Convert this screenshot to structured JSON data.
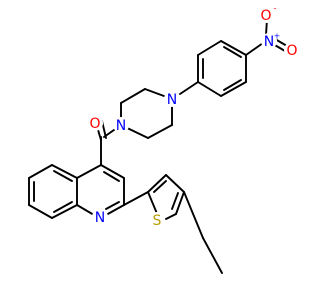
{
  "molecule": {
    "atoms": {
      "carbonyl_oxygen": "O",
      "amide_nitrogen": "N",
      "aryl_nitrogen": "N",
      "nitro_nitrogen": "N",
      "nitro_oxygen_top": "O",
      "nitro_oxygen_right": "O",
      "quinoline_nitrogen": "N",
      "thiophene_sulfur": "S"
    },
    "charges": {
      "nitro_nitrogen": "+",
      "nitro_oxygen_top": "-"
    },
    "colors": {
      "bond": "#000000",
      "oxygen": "#ff0000",
      "nitrogen": "#0000ff",
      "sulfur": "#b8a000"
    }
  }
}
